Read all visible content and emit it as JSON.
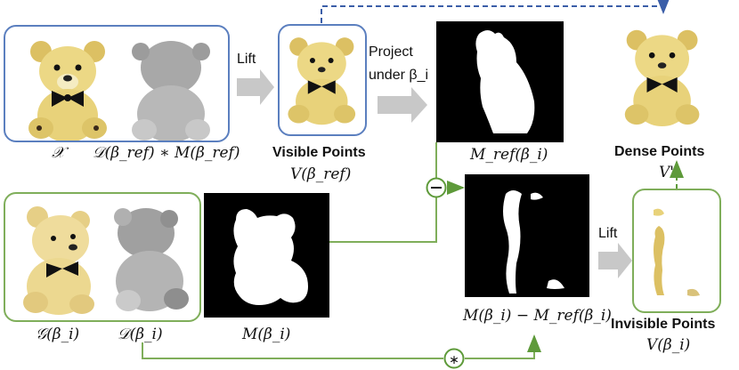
{
  "labels": {
    "x": "𝒳",
    "depth_times_mask_ref": "𝒟(β_ref) ∗ M(β_ref)",
    "lift_top": "Lift",
    "visible_points": "Visible Points",
    "v_beta_ref": "V(β_ref)",
    "project_line1": "Project",
    "project_line2": "under β_i",
    "m_ref_beta_i": "M_ref(β_i)",
    "dense_points": "Dense Points",
    "v_prime": "V'",
    "g_beta_i": "𝒢(β_i)",
    "d_beta_i": "𝒟(β_i)",
    "m_beta_i": "M(β_i)",
    "mask_difference": "M(β_i) − M_ref(β_i)",
    "lift_bottom": "Lift",
    "invisible_points": "Invisible Points",
    "v_beta_i": "V(β_i)",
    "minus_op": "−",
    "multiply_op": "∗"
  },
  "colors": {
    "blue_border": "#5b7fbf",
    "green_border": "#7fae5a",
    "arrow_gray": "#c8c8c8",
    "teddy_yellow": "#e8d27a",
    "bow_black": "#111111",
    "depth_gray": "#9a9a9a"
  }
}
